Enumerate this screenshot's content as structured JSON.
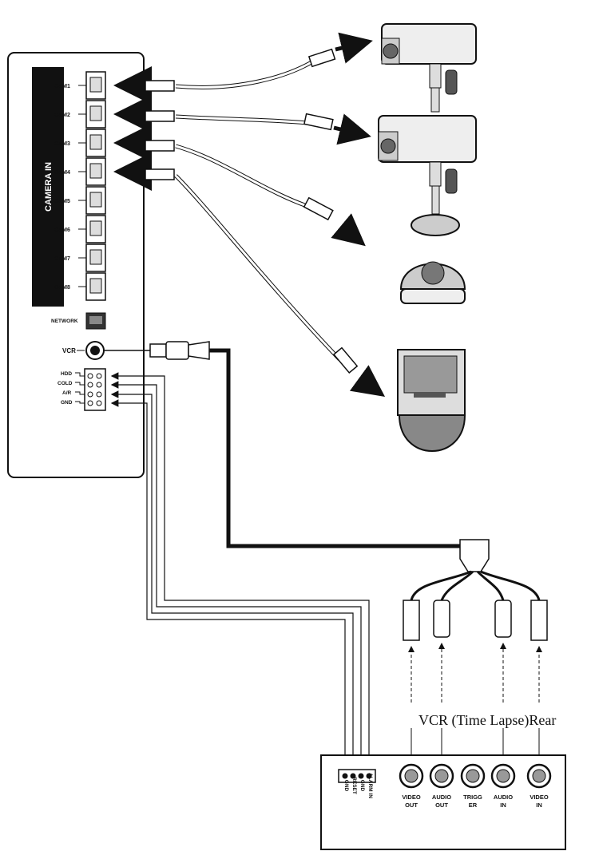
{
  "dvr": {
    "camera_in_label": "CAMERA IN",
    "cam_ports": [
      "CAM1",
      "CAM2",
      "CAM3",
      "CAM4",
      "CAM5",
      "CAM6",
      "CAM7",
      "CAM8"
    ],
    "network_label": "NETWORK",
    "vcr_label": "VCR",
    "alarm_terminals": [
      "HDD",
      "COLD",
      "A/R",
      "GND"
    ]
  },
  "vcr_rear": {
    "title": "VCR (Time Lapse)Rear",
    "terminal_labels": [
      "GND",
      "RESET",
      "GND",
      "ALARM IN"
    ],
    "jacks": [
      {
        "top": "VIDEO",
        "bottom": "OUT"
      },
      {
        "top": "AUDIO",
        "bottom": "OUT"
      },
      {
        "top": "TRIGG",
        "bottom": "ER"
      },
      {
        "top": "AUDIO",
        "bottom": "IN"
      },
      {
        "top": "VIDEO",
        "bottom": "IN"
      }
    ]
  }
}
